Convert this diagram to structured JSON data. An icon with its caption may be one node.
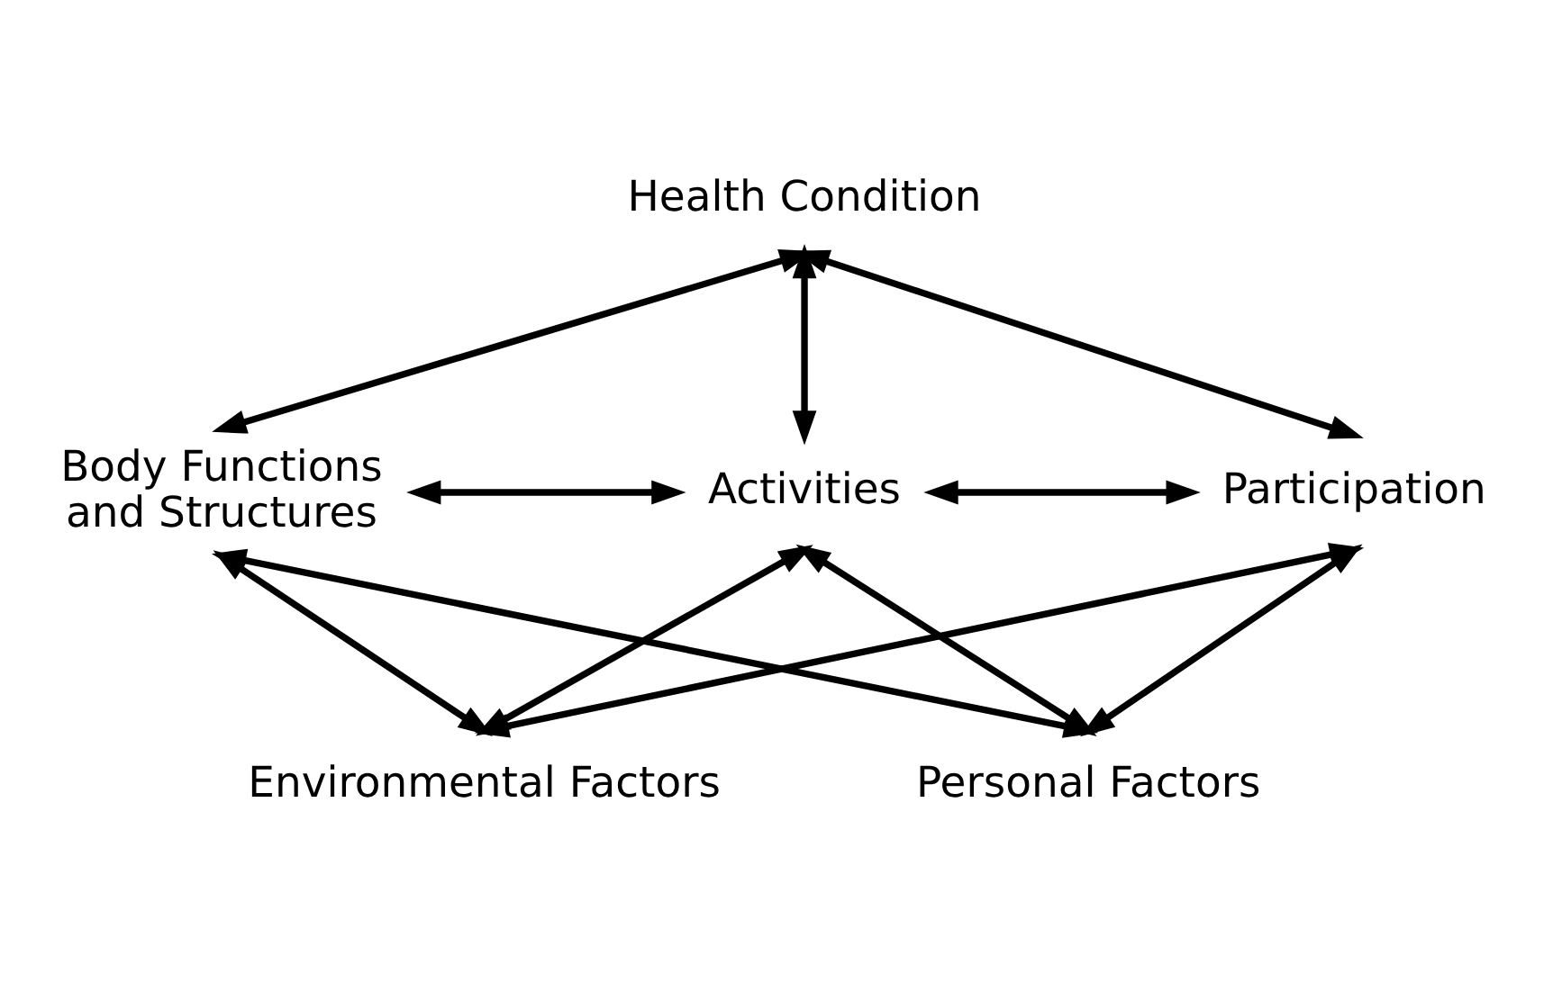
{
  "diagram": {
    "nodes": [
      {
        "text": [
          "Health Condition"
        ]
      },
      {
        "text": [
          "Body Functions and Structures"
        ]
      },
      {
        "text": [
          "Activities"
        ]
      },
      {
        "text": [
          "Participation"
        ]
      },
      {
        "text": [
          "Environmental Factors"
        ]
      },
      {
        "text": [
          "Personal Factors"
        ]
      }
    ],
    "edges": [
      {
        "from": 0,
        "to": 1,
        "arrow": "both"
      },
      {
        "from": 0,
        "to": 2,
        "arrow": "both"
      },
      {
        "from": 0,
        "to": 3,
        "arrow": "both"
      },
      {
        "from": 1,
        "to": 2,
        "arrow": "both"
      },
      {
        "from": 2,
        "to": 3,
        "arrow": "both"
      },
      {
        "from": 4,
        "to": 1,
        "arrow": "both"
      },
      {
        "from": 4,
        "to": 2,
        "arrow": "both"
      },
      {
        "from": 4,
        "to": 3,
        "arrow": "both"
      },
      {
        "from": 5,
        "to": 1,
        "arrow": "both"
      },
      {
        "from": 5,
        "to": 2,
        "arrow": "both"
      },
      {
        "from": 5,
        "to": 3,
        "arrow": "both"
      }
    ]
  }
}
